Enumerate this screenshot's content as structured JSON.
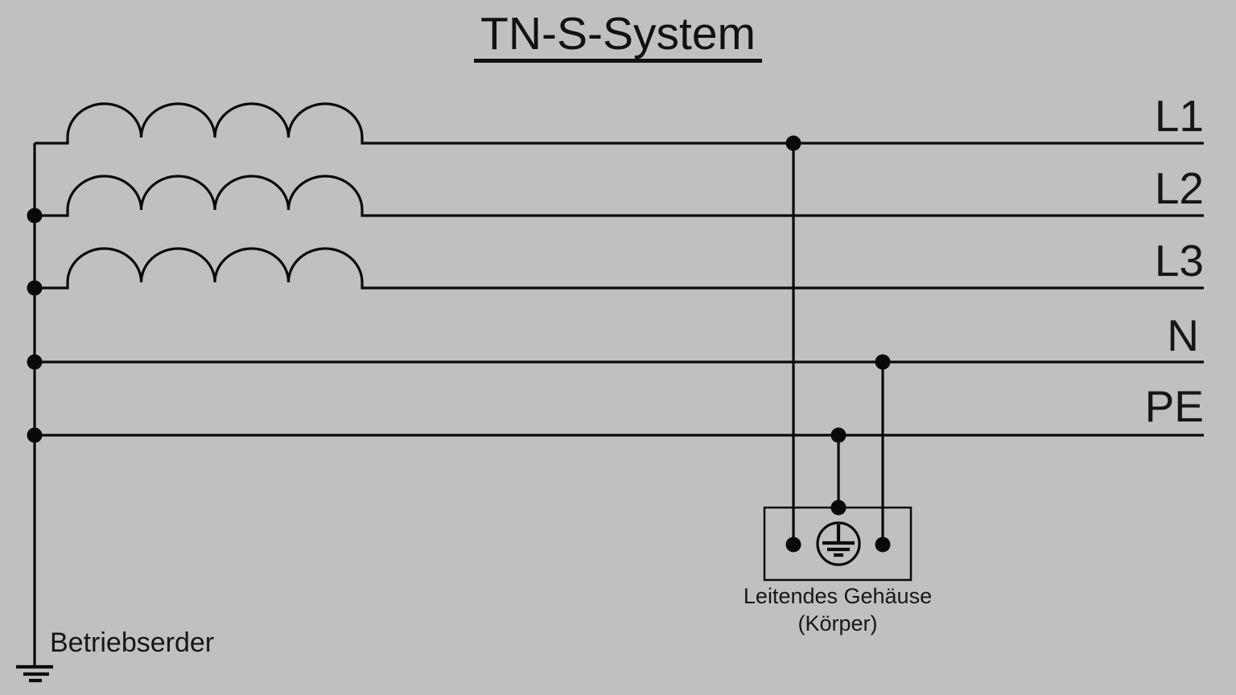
{
  "title": "TN-S-System",
  "colors": {
    "background": "#c0c0c0",
    "line": "#0a0a0a"
  },
  "conductors": {
    "l1": "L1",
    "l2": "L2",
    "l3": "L3",
    "n": "N",
    "pe": "PE"
  },
  "earth": {
    "label": "Betriebserder"
  },
  "enclosure": {
    "line1": "Leitendes Gehäuse",
    "line2": "(Körper)"
  },
  "icons": {
    "earth_icon": "earth-ground-symbol",
    "pe_terminal_icon": "protective-earth-circle-symbol",
    "winding_icon": "transformer-winding-coil"
  }
}
